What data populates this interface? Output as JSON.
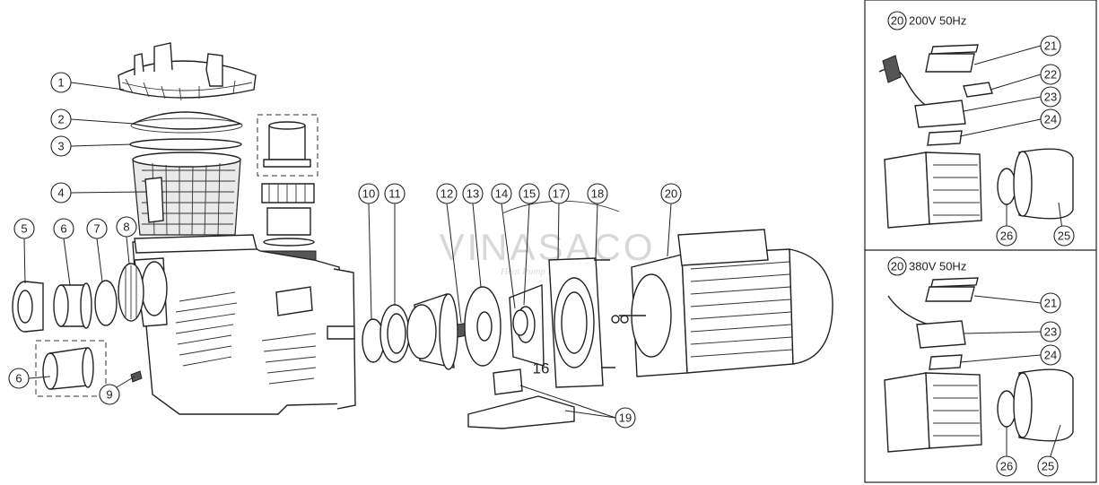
{
  "watermark": {
    "brand": "VINASACO",
    "tagline": "Heat Pump & Spa Pool"
  },
  "callouts": [
    "1",
    "2",
    "3",
    "4",
    "5",
    "6",
    "6",
    "7",
    "8",
    "9",
    "10",
    "11",
    "12",
    "13",
    "14",
    "15",
    "17",
    "18",
    "19",
    "20"
  ],
  "part_16_label": "16",
  "inset_200v": {
    "ref": "20",
    "voltage": "200V 50Hz",
    "callouts": [
      "21",
      "22",
      "23",
      "24",
      "26",
      "25"
    ]
  },
  "inset_380v": {
    "ref": "20",
    "voltage": "380V 50Hz",
    "callouts": [
      "21",
      "23",
      "24",
      "26",
      "25"
    ]
  }
}
